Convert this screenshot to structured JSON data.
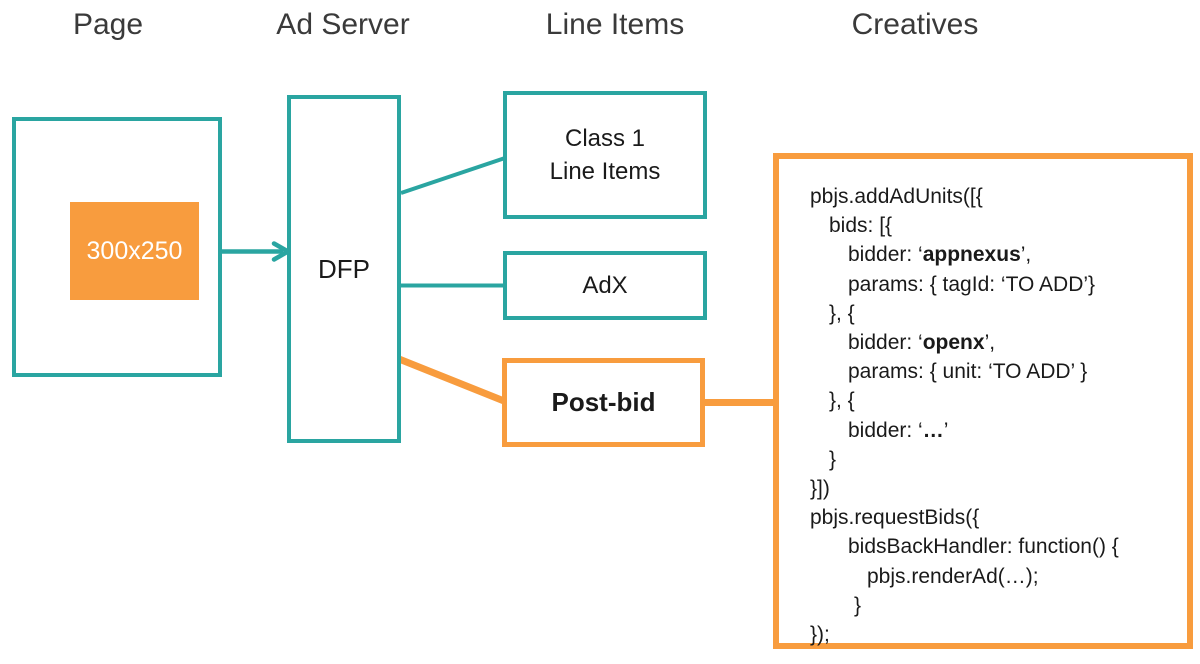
{
  "colors": {
    "teal": "#2AA5A1",
    "orange": "#F89C3E",
    "heading_text": "#3A3A3A",
    "body_text": "#1A1A1A"
  },
  "column_headers": [
    {
      "id": "page",
      "label": "Page"
    },
    {
      "id": "ad-server",
      "label": "Ad Server"
    },
    {
      "id": "line-items",
      "label": "Line Items"
    },
    {
      "id": "creatives",
      "label": "Creatives"
    }
  ],
  "page_column": {
    "ad_slot_label": "300x250"
  },
  "ad_server_column": {
    "dfp_label": "DFP"
  },
  "line_items_column": {
    "class1_line1": "Class 1",
    "class1_line2": "Line Items",
    "adx_label": "AdX",
    "postbid_label": "Post-bid"
  },
  "creatives_column": {
    "code_lines": [
      {
        "indent": 0,
        "segments": [
          {
            "text": "pbjs.addAdUnits([{",
            "bold": false
          }
        ]
      },
      {
        "indent": 19,
        "segments": [
          {
            "text": "bids: [{",
            "bold": false
          }
        ]
      },
      {
        "indent": 38,
        "segments": [
          {
            "text": "bidder: ‘",
            "bold": false
          },
          {
            "text": "appnexus",
            "bold": true
          },
          {
            "text": "’,",
            "bold": false
          }
        ]
      },
      {
        "indent": 38,
        "segments": [
          {
            "text": "params: { tagId: ‘TO ADD’}",
            "bold": false
          }
        ]
      },
      {
        "indent": 19,
        "segments": [
          {
            "text": "}, {",
            "bold": false
          }
        ]
      },
      {
        "indent": 38,
        "segments": [
          {
            "text": "bidder: ‘",
            "bold": false
          },
          {
            "text": "openx",
            "bold": true
          },
          {
            "text": "’,",
            "bold": false
          }
        ]
      },
      {
        "indent": 38,
        "segments": [
          {
            "text": "params: { unit: ‘TO ADD’ }",
            "bold": false
          }
        ]
      },
      {
        "indent": 19,
        "segments": [
          {
            "text": "}, {",
            "bold": false
          }
        ]
      },
      {
        "indent": 38,
        "segments": [
          {
            "text": "bidder: ‘",
            "bold": false
          },
          {
            "text": "…",
            "bold": true
          },
          {
            "text": "’",
            "bold": false
          }
        ]
      },
      {
        "indent": 19,
        "segments": [
          {
            "text": "}",
            "bold": false
          }
        ]
      },
      {
        "indent": 0,
        "segments": [
          {
            "text": "}])",
            "bold": false
          }
        ]
      },
      {
        "indent": 0,
        "segments": [
          {
            "text": "pbjs.requestBids({",
            "bold": false
          }
        ]
      },
      {
        "indent": 38,
        "segments": [
          {
            "text": "bidsBackHandler: function() {",
            "bold": false
          }
        ]
      },
      {
        "indent": 57,
        "segments": [
          {
            "text": "pbjs.renderAd(…);",
            "bold": false
          }
        ]
      },
      {
        "indent": 44,
        "segments": [
          {
            "text": "}",
            "bold": false
          }
        ]
      },
      {
        "indent": 0,
        "segments": [
          {
            "text": "});",
            "bold": false
          }
        ]
      }
    ]
  }
}
